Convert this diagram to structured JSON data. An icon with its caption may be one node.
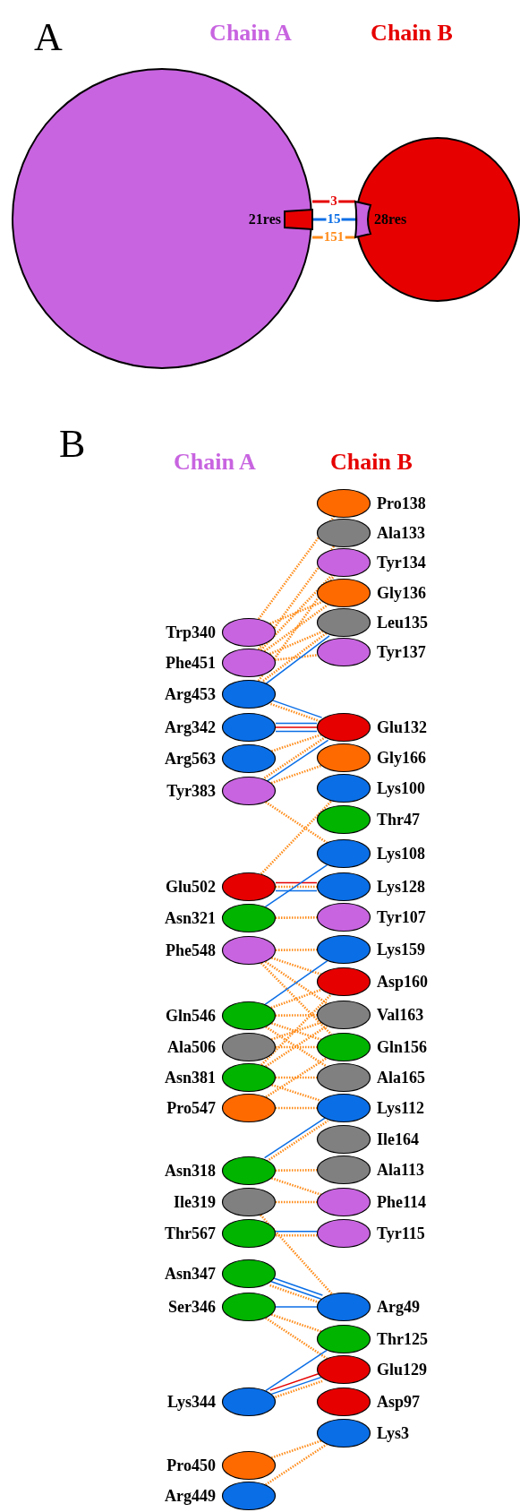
{
  "diagram": {
    "nodes": [
      {
        "text": [
          "Chain A"
        ]
      },
      {
        "text": [
          "21res"
        ],
        "in": 0
      },
      {
        "text": [
          "Chain B"
        ]
      },
      {
        "text": [
          "28res"
        ],
        "in": 2
      },
      {
        "text": [
          "Trp340"
        ]
      },
      {
        "text": [
          "Phe451"
        ]
      },
      {
        "text": [
          "Arg453"
        ]
      },
      {
        "text": [
          "Arg342"
        ]
      },
      {
        "text": [
          "Arg563"
        ]
      },
      {
        "text": [
          "Tyr383"
        ]
      },
      {
        "text": [
          "Glu502"
        ]
      },
      {
        "text": [
          "Asn321"
        ]
      },
      {
        "text": [
          "Phe548"
        ]
      },
      {
        "text": [
          "Gln546"
        ]
      },
      {
        "text": [
          "Ala506"
        ]
      },
      {
        "text": [
          "Asn381"
        ]
      },
      {
        "text": [
          "Pro547"
        ]
      },
      {
        "text": [
          "Asn318"
        ]
      },
      {
        "text": [
          "Ile319"
        ]
      },
      {
        "text": [
          "Thr567"
        ]
      },
      {
        "text": [
          "Asn347"
        ]
      },
      {
        "text": [
          "Ser346"
        ]
      },
      {
        "text": [
          "Lys344"
        ]
      },
      {
        "text": [
          "Pro450"
        ]
      },
      {
        "text": [
          "Arg449"
        ]
      },
      {
        "text": [
          "Pro138"
        ]
      },
      {
        "text": [
          "Ala133"
        ]
      },
      {
        "text": [
          "Tyr134"
        ]
      },
      {
        "text": [
          "Gly136"
        ]
      },
      {
        "text": [
          "Leu135"
        ]
      },
      {
        "text": [
          "Tyr137"
        ]
      },
      {
        "text": [
          "Glu132"
        ]
      },
      {
        "text": [
          "Gly166"
        ]
      },
      {
        "text": [
          "Lys100"
        ]
      },
      {
        "text": [
          "Thr47"
        ]
      },
      {
        "text": [
          "Lys108"
        ]
      },
      {
        "text": [
          "Lys128"
        ]
      },
      {
        "text": [
          "Tyr107"
        ]
      },
      {
        "text": [
          "Lys159"
        ]
      },
      {
        "text": [
          "Asp160"
        ]
      },
      {
        "text": [
          "Val163"
        ]
      },
      {
        "text": [
          "Gln156"
        ]
      },
      {
        "text": [
          "Ala165"
        ]
      },
      {
        "text": [
          "Lys112"
        ]
      },
      {
        "text": [
          "Ile164"
        ]
      },
      {
        "text": [
          "Ala113"
        ]
      },
      {
        "text": [
          "Phe114"
        ]
      },
      {
        "text": [
          "Tyr115"
        ]
      },
      {
        "text": [
          "Arg49"
        ]
      },
      {
        "text": [
          "Thr125"
        ]
      },
      {
        "text": [
          "Glu129"
        ]
      },
      {
        "text": [
          "Asp97"
        ]
      },
      {
        "text": [
          "Lys3"
        ]
      }
    ],
    "edges": [
      {
        "from": 1,
        "to": 3,
        "arrow": "none",
        "label": "3",
        "color": "#e60000"
      },
      {
        "from": 1,
        "to": 3,
        "arrow": "none",
        "label": "15",
        "color": "#0a6ee6"
      },
      {
        "from": 1,
        "to": 3,
        "arrow": "none",
        "label": "151"
      },
      {
        "from": 4,
        "to": 28,
        "arrow": "none",
        "style": "dashed"
      },
      {
        "from": 4,
        "to": 25,
        "arrow": "none",
        "style": "dashed"
      },
      {
        "from": 5,
        "to": 26,
        "arrow": "none",
        "style": "dashed"
      },
      {
        "from": 5,
        "to": 27,
        "arrow": "none",
        "style": "dashed"
      },
      {
        "from": 5,
        "to": 28,
        "arrow": "none",
        "style": "dashed"
      },
      {
        "from": 5,
        "to": 29,
        "arrow": "none",
        "style": "dashed"
      },
      {
        "from": 5,
        "to": 30,
        "arrow": "none",
        "style": "dashed"
      },
      {
        "from": 6,
        "to": 27,
        "arrow": "none",
        "style": "dashed"
      },
      {
        "from": 6,
        "to": 29,
        "arrow": "none",
        "style": "dashed"
      },
      {
        "from": 6,
        "to": 29,
        "arrow": "none",
        "color": "#0a6ee6"
      },
      {
        "from": 6,
        "to": 31,
        "arrow": "none",
        "color": "#0a6ee6"
      },
      {
        "from": 6,
        "to": 31,
        "arrow": "none",
        "style": "dashed"
      },
      {
        "from": 7,
        "to": 31,
        "arrow": "none",
        "color": "#0a6ee6"
      },
      {
        "from": 7,
        "to": 31,
        "arrow": "none",
        "color": "#e60000"
      },
      {
        "from": 7,
        "to": 31,
        "arrow": "none",
        "color": "#0a6ee6"
      },
      {
        "from": 8,
        "to": 31,
        "arrow": "none",
        "style": "dashed"
      },
      {
        "from": 9,
        "to": 31,
        "arrow": "none",
        "style": "dashed"
      },
      {
        "from": 9,
        "to": 31,
        "arrow": "none",
        "color": "#0a6ee6"
      },
      {
        "from": 9,
        "to": 32,
        "arrow": "none",
        "style": "dashed"
      },
      {
        "from": 9,
        "to": 35,
        "arrow": "none",
        "style": "dashed"
      },
      {
        "from": 10,
        "to": 33,
        "arrow": "none",
        "style": "dashed"
      },
      {
        "from": 10,
        "to": 36,
        "arrow": "none",
        "color": "#e60000"
      },
      {
        "from": 10,
        "to": 36,
        "arrow": "none",
        "style": "dashed"
      },
      {
        "from": 10,
        "to": 36,
        "arrow": "none",
        "color": "#0a6ee6"
      },
      {
        "from": 11,
        "to": 35,
        "arrow": "none",
        "color": "#0a6ee6"
      },
      {
        "from": 11,
        "to": 37,
        "arrow": "none",
        "style": "dashed"
      },
      {
        "from": 12,
        "to": 38,
        "arrow": "none",
        "style": "dashed"
      },
      {
        "from": 12,
        "to": 39,
        "arrow": "none",
        "style": "dashed"
      },
      {
        "from": 12,
        "to": 40,
        "arrow": "none",
        "style": "dashed"
      },
      {
        "from": 12,
        "to": 41,
        "arrow": "none",
        "style": "dashed"
      },
      {
        "from": 13,
        "to": 38,
        "arrow": "none",
        "color": "#0a6ee6"
      },
      {
        "from": 13,
        "to": 39,
        "arrow": "none",
        "style": "dashed"
      },
      {
        "from": 13,
        "to": 40,
        "arrow": "none",
        "style": "dashed"
      },
      {
        "from": 13,
        "to": 41,
        "arrow": "none",
        "style": "dashed"
      },
      {
        "from": 13,
        "to": 42,
        "arrow": "none",
        "style": "dashed"
      },
      {
        "from": 14,
        "to": 40,
        "arrow": "none",
        "style": "dashed"
      },
      {
        "from": 14,
        "to": 41,
        "arrow": "none",
        "style": "dashed"
      },
      {
        "from": 15,
        "to": 39,
        "arrow": "none",
        "style": "dashed"
      },
      {
        "from": 15,
        "to": 40,
        "arrow": "none",
        "style": "dashed"
      },
      {
        "from": 15,
        "to": 42,
        "arrow": "none",
        "style": "dashed"
      },
      {
        "from": 15,
        "to": 43,
        "arrow": "none",
        "style": "dashed"
      },
      {
        "from": 16,
        "to": 41,
        "arrow": "none",
        "style": "dashed"
      },
      {
        "from": 16,
        "to": 43,
        "arrow": "none",
        "style": "dashed"
      },
      {
        "from": 17,
        "to": 43,
        "arrow": "none",
        "color": "#0a6ee6"
      },
      {
        "from": 17,
        "to": 43,
        "arrow": "none",
        "style": "dashed"
      },
      {
        "from": 17,
        "to": 45,
        "arrow": "none",
        "style": "dashed"
      },
      {
        "from": 17,
        "to": 46,
        "arrow": "none",
        "style": "dashed"
      },
      {
        "from": 18,
        "to": 46,
        "arrow": "none",
        "style": "dashed"
      },
      {
        "from": 18,
        "to": 48,
        "arrow": "none",
        "style": "dashed"
      },
      {
        "from": 19,
        "to": 47,
        "arrow": "none",
        "color": "#0a6ee6"
      },
      {
        "from": 19,
        "to": 47,
        "arrow": "none",
        "style": "dashed"
      },
      {
        "from": 20,
        "to": 48,
        "arrow": "none",
        "color": "#0a6ee6"
      },
      {
        "from": 20,
        "to": 48,
        "arrow": "none",
        "color": "#0a6ee6"
      },
      {
        "from": 20,
        "to": 48,
        "arrow": "none",
        "style": "dashed"
      },
      {
        "from": 21,
        "to": 48,
        "arrow": "none",
        "color": "#0a6ee6"
      },
      {
        "from": 21,
        "to": 49,
        "arrow": "none",
        "style": "dashed"
      },
      {
        "from": 21,
        "to": 50,
        "arrow": "none",
        "style": "dashed"
      },
      {
        "from": 22,
        "to": 49,
        "arrow": "none",
        "color": "#0a6ee6"
      },
      {
        "from": 22,
        "to": 50,
        "arrow": "none",
        "color": "#e60000"
      },
      {
        "from": 22,
        "to": 50,
        "arrow": "none",
        "color": "#0a6ee6"
      },
      {
        "from": 22,
        "to": 50,
        "arrow": "none",
        "style": "dashed"
      },
      {
        "from": 23,
        "to": 52,
        "arrow": "none",
        "style": "dashed"
      },
      {
        "from": 24,
        "to": 52,
        "arrow": "none",
        "style": "dashed"
      }
    ],
    "labels": [
      "A",
      "B",
      "Chain A",
      "Chain B"
    ]
  }
}
